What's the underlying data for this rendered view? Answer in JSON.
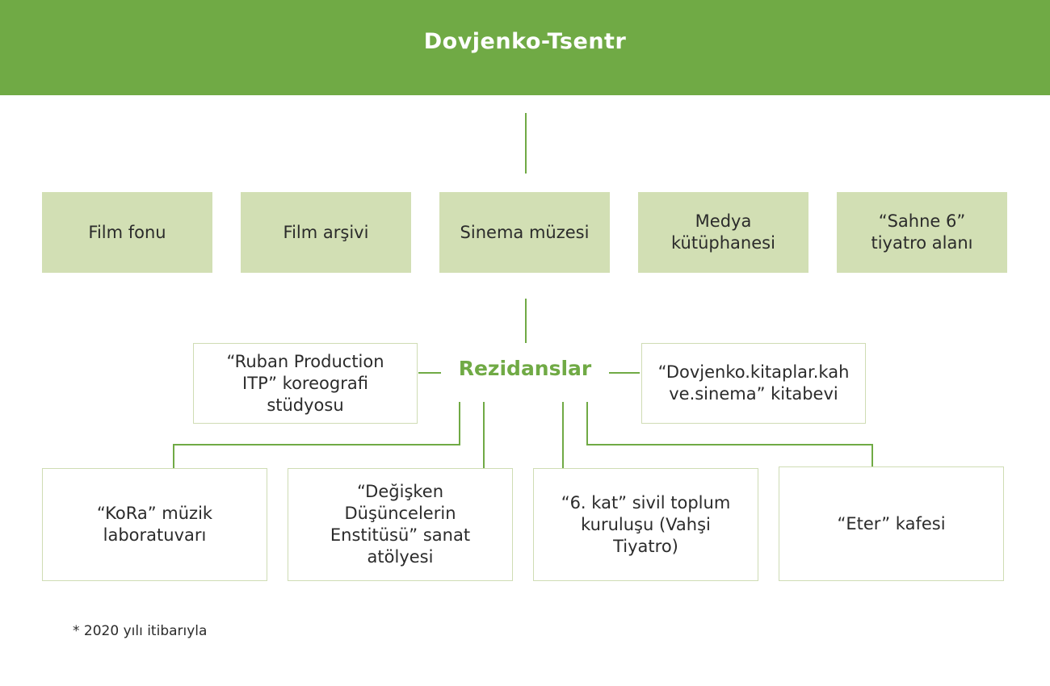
{
  "header": {
    "title": "Dovjenko-Tsentr"
  },
  "departments": [
    {
      "label": "Film fonu"
    },
    {
      "label": "Film arşivi"
    },
    {
      "label": "Sinema müzesi"
    },
    {
      "label": "Medya\nkütüphanesi"
    },
    {
      "label": "“Sahne 6”\ntiyatro alanı"
    }
  ],
  "residences": {
    "label": "Rezidanslar",
    "side_items": [
      {
        "label": "“Ruban Production\nITP” koreografi\nstüdyosu"
      },
      {
        "label": "“Dovjenko.kitaplar.kah\nve.sinema” kitabevi"
      }
    ],
    "bottom_items": [
      {
        "label": "“KoRa” müzik\nlaboratuvarı"
      },
      {
        "label": "“Değişken\nDüşüncelerin\nEnstitüsü” sanat\natölyesi"
      },
      {
        "label": "“6. kat” sivil toplum\nkuruluşu (Vahşi\nTiyatro)"
      },
      {
        "label": "“Eter” kafesi"
      }
    ]
  },
  "footnote": "* 2020 yılı itibarıyla",
  "colors": {
    "header_green": "#70aa45",
    "box_green": "#d2dfb4",
    "line_green": "#70aa45",
    "outline_border": "#cfdcb4"
  }
}
